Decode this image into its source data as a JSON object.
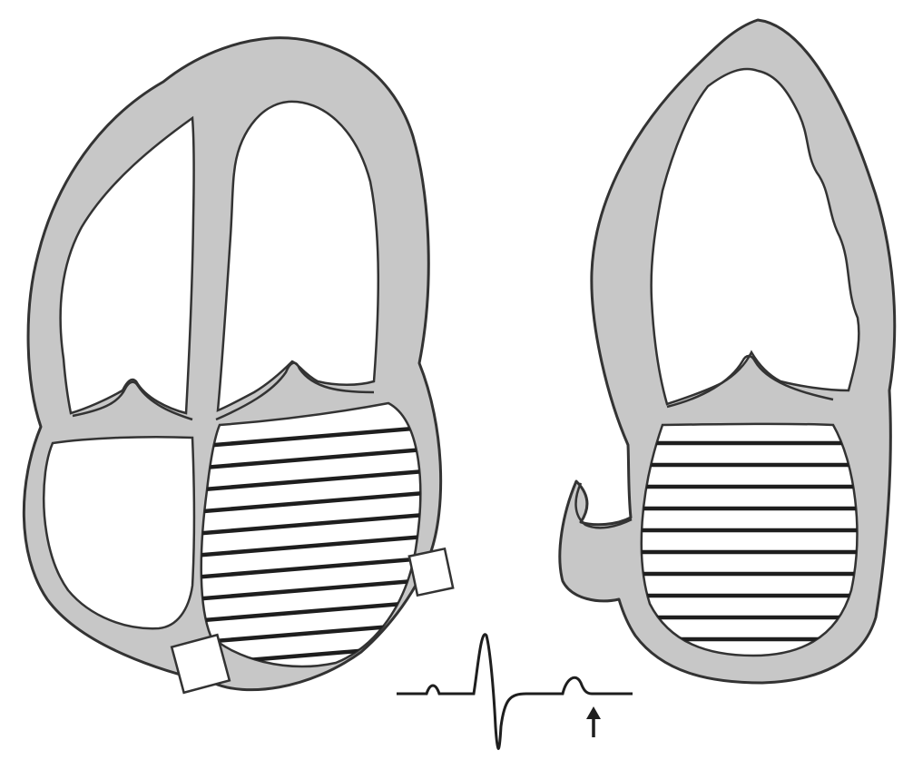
{
  "diagram": {
    "colors": {
      "background": "#ffffff",
      "wall_fill": "#c7c7c7",
      "outline": "#333333",
      "hatch": "#1e1e1e",
      "chamber": "#ffffff"
    },
    "left_heart": {
      "view": "four-chamber",
      "hatched_chamber": "left-ventricle"
    },
    "right_heart": {
      "view": "two-chamber",
      "hatched_chamber": "left-ventricle"
    },
    "ecg": {
      "marker": "arrow-up-icon"
    }
  }
}
